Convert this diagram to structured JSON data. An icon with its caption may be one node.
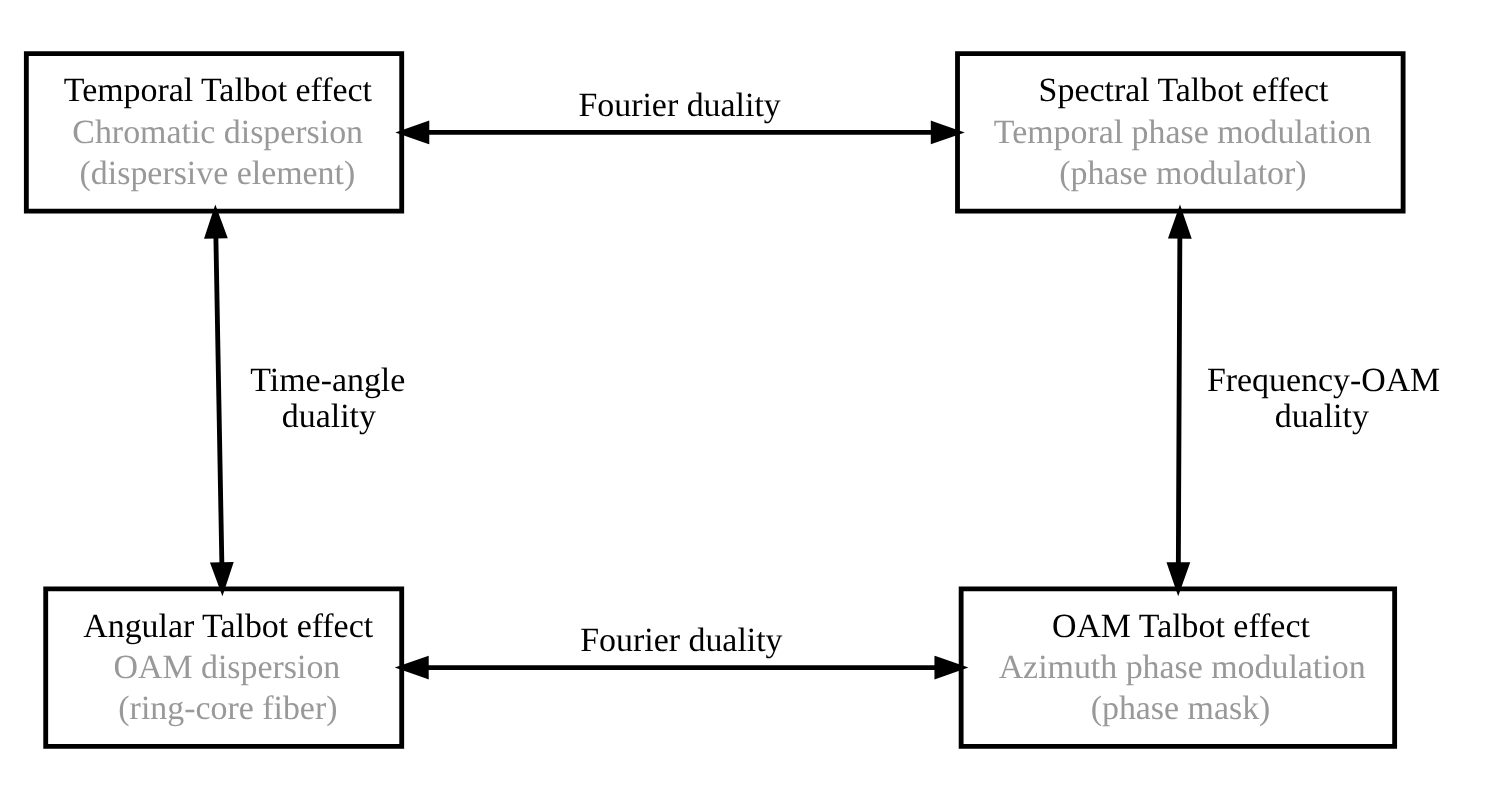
{
  "diagram": {
    "nodes": [
      {
        "text": [
          "Temporal Talbot effect",
          "Chromatic dispersion (dispersive element)"
        ]
      },
      {
        "text": [
          "Spectral Talbot effect",
          "Temporal phase modulation (phase modulator)"
        ]
      },
      {
        "text": [
          "Angular Talbot effect",
          "OAM dispersion (ring-core fiber)"
        ]
      },
      {
        "text": [
          "OAM Talbot effect",
          "Azimuth phase modulation (phase mask)"
        ]
      }
    ],
    "edges": [
      {
        "from": 0,
        "to": 1,
        "arrow": "both",
        "label": "Fourier duality"
      },
      {
        "from": 0,
        "to": 2,
        "arrow": "both",
        "label": "Time-angle duality"
      },
      {
        "from": 1,
        "to": 3,
        "arrow": "both",
        "label": "Frequency-OAM duality"
      },
      {
        "from": 2,
        "to": 3,
        "arrow": "both",
        "label": "Fourier duality"
      }
    ]
  }
}
